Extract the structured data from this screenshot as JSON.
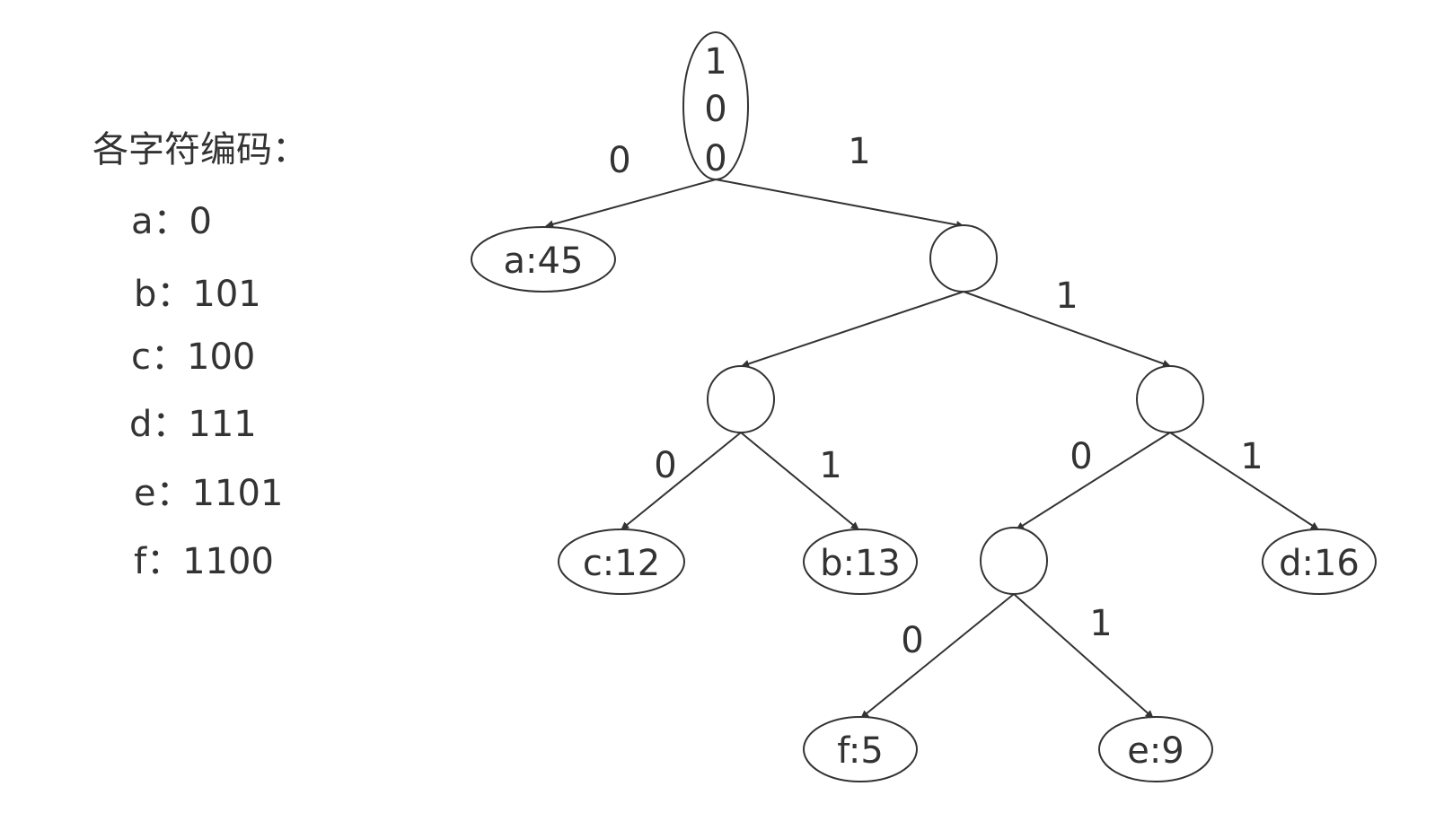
{
  "legend": {
    "title": "各字符编码：",
    "codes": [
      {
        "char": "a",
        "sep": "：",
        "code": "0"
      },
      {
        "char": "b",
        "sep": "：",
        "code": "101"
      },
      {
        "char": "c",
        "sep": "：",
        "code": "100"
      },
      {
        "char": "d",
        "sep": "：",
        "code": "111"
      },
      {
        "char": "e",
        "sep": "：",
        "code": "1101"
      },
      {
        "char": "f",
        "sep": "：",
        "code": "1100"
      }
    ]
  },
  "tree": {
    "root_label": [
      "1",
      "0",
      "0"
    ],
    "leaves": {
      "a": "a:45",
      "c": "c:12",
      "b": "b:13",
      "d": "d:16",
      "f": "f:5",
      "e": "e:9"
    },
    "edge_labels": {
      "root_a": "0",
      "root_n1": "1",
      "n1_n3": "1",
      "n2_c": "0",
      "n2_b": "1",
      "n3_n4": "0",
      "n3_d": "1",
      "n4_f": "0",
      "n4_e": "1"
    }
  },
  "colors": {
    "stroke": "#333333",
    "text": "#333333",
    "background": "#ffffff"
  }
}
